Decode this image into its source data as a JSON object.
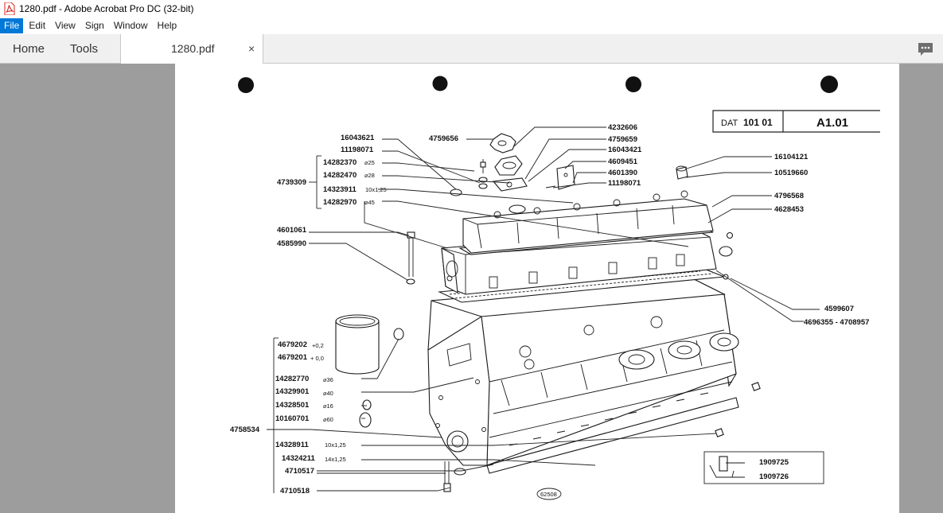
{
  "window": {
    "title": "1280.pdf - Adobe Acrobat Pro DC (32-bit)"
  },
  "menu": [
    "File",
    "Edit",
    "View",
    "Sign",
    "Window",
    "Help"
  ],
  "tabs": {
    "home": "Home",
    "tools": "Tools",
    "document": "1280.pdf",
    "close": "×"
  },
  "icons": {
    "app": "acrobat-pdf-icon",
    "comment": "comment-icon",
    "close": "close-icon"
  },
  "colors": {
    "menu_active": "#0078d7",
    "viewer_bg": "#9d9d9d",
    "acrobat_red": "#d4251c"
  },
  "document": {
    "header": {
      "dat_label": "DAT",
      "dat_value": "101 01",
      "code": "A1.01"
    },
    "part_numbers": {
      "p16043621": "16043621",
      "p11198071a": "11198071",
      "p14282370": "14282370",
      "p14282470": "14282470",
      "p4739309": "4739309",
      "p14323911": "14323911",
      "p14282970": "14282970",
      "p4759656": "4759656",
      "p4232606": "4232606",
      "p4759659": "4759659",
      "p16043421": "16043421",
      "p4609451": "4609451",
      "p4601390": "4601390",
      "p11198071b": "11198071",
      "p16104121": "16104121",
      "p10519660": "10519660",
      "p4796568": "4796568",
      "p4628453": "4628453",
      "p4601061": "4601061",
      "p4585990": "4585990",
      "p4599607": "4599607",
      "p4696355": "4696355 - 4708957",
      "p4679202": "4679202",
      "p4679201": "4679201",
      "p14282770": "14282770",
      "p14329901": "14329901",
      "p14328501": "14328501",
      "p10160701": "10160701",
      "p4758534": "4758534",
      "p14328911": "14328911",
      "p14324211": "14324211",
      "p4710517": "4710517",
      "p4710518": "4710518",
      "p1909725": "1909725",
      "p1909726": "1909726"
    },
    "specs": {
      "d25": "⌀25",
      "d28": "⌀28",
      "t10x125a": "10x1,25",
      "d45": "⌀45",
      "plus02": "+0,2",
      "plus00": "+ 0,0",
      "d36": "⌀36",
      "d40": "⌀40",
      "d16": "⌀16",
      "d60": "⌀60",
      "t10x125b": "10x1,25",
      "t14x125": "14x1,25"
    },
    "figure_number": "62508"
  }
}
